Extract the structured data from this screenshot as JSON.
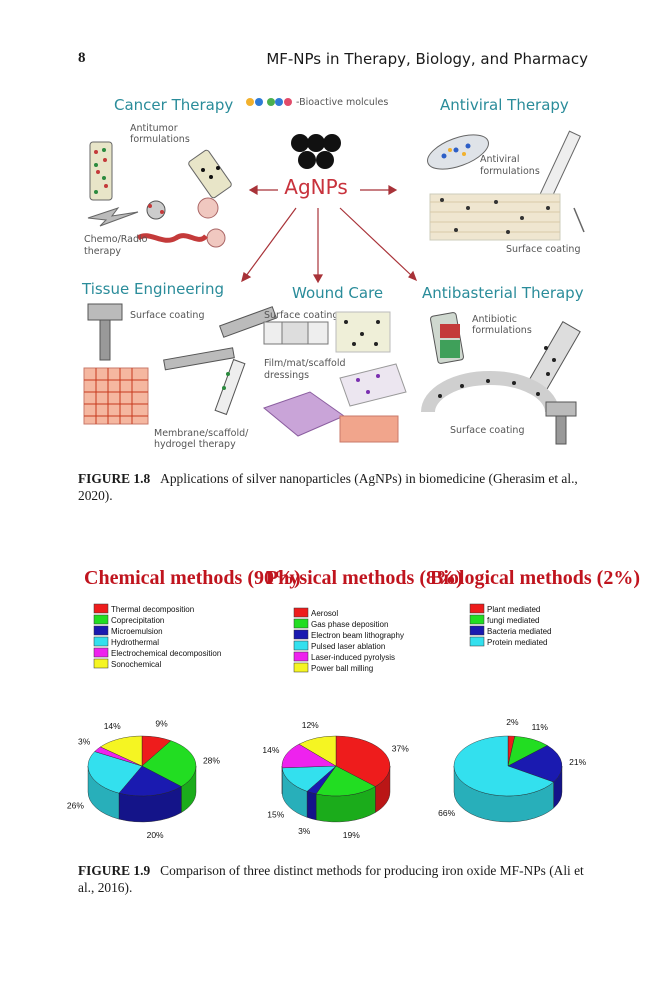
{
  "header": {
    "page_number": "8",
    "running_title": "MF-NPs in Therapy, Biology, and Pharmacy"
  },
  "figure_1_8": {
    "center_label": "AgNPs",
    "bioactive_label": "-Bioactive molcules",
    "panels": {
      "cancer": {
        "title": "Cancer Therapy",
        "sub1": "Antitumor",
        "sub2": "formulations",
        "sub3": "Chemo/Radio",
        "sub4": "therapy"
      },
      "antiviral": {
        "title": "Antiviral Therapy",
        "sub1": "Antiviral",
        "sub2": "formulations",
        "sub3": "Surface coating"
      },
      "tissue": {
        "title": "Tissue Engineering",
        "sub1": "Surface coating",
        "sub2": "Membrane/scaffold/",
        "sub3": "hydrogel therapy"
      },
      "wound": {
        "title": "Wound Care",
        "sub1": "Surface coating",
        "sub2": "Film/mat/scaffold",
        "sub3": "dressings"
      },
      "antibacterial": {
        "title": "Antibasterial Therapy",
        "sub1": "Antibiotic",
        "sub2": "formulations",
        "sub3": "Surface coating"
      }
    },
    "caption_label": "FIGURE 1.8",
    "caption_text": "Applications of silver nanoparticles (AgNPs) in biomedicine (Gherasim et al., 2020)."
  },
  "figure_1_9": {
    "caption_label": "FIGURE 1.9",
    "caption_text": "Comparison of three distinct methods for producing iron oxide MF-NPs (Ali et al., 2016).",
    "chart_data": [
      {
        "type": "pie",
        "title": "Chemical methods (90%)",
        "legend_position": "top",
        "slices": [
          {
            "label": "Thermal decomposition",
            "value": 9,
            "value_label": "9%",
            "color": "#ee1c1c"
          },
          {
            "label": "Coprecipitation",
            "value": 28,
            "value_label": "28%",
            "color": "#22dd22"
          },
          {
            "label": "Microemulsion",
            "value": 20,
            "value_label": "20%",
            "color": "#1a1ab0"
          },
          {
            "label": "Hydrothermal",
            "value": 26,
            "value_label": "26%",
            "color": "#33e0ee"
          },
          {
            "label": "Electrochemical decomposition",
            "value": 3,
            "value_label": "3%",
            "color": "#ee22ee"
          },
          {
            "label": "Sonochemical",
            "value": 14,
            "value_label": "14%",
            "color": "#f5f522"
          }
        ]
      },
      {
        "type": "pie",
        "title": "Physical methods (8%)",
        "legend_position": "top",
        "slices": [
          {
            "label": "Aerosol",
            "value": 37,
            "value_label": "37%",
            "color": "#ee1c1c"
          },
          {
            "label": "Gas phase deposition",
            "value": 19,
            "value_label": "19%",
            "color": "#22dd22"
          },
          {
            "label": "Electron beam lithography",
            "value": 3,
            "value_label": "3%",
            "color": "#1a1ab0"
          },
          {
            "label": "Pulsed laser ablation",
            "value": 15,
            "value_label": "15%",
            "color": "#33e0ee"
          },
          {
            "label": "Laser-induced pyrolysis",
            "value": 14,
            "value_label": "14%",
            "color": "#ee22ee"
          },
          {
            "label": "Power ball milling",
            "value": 12,
            "value_label": "12%",
            "color": "#f5f522"
          }
        ]
      },
      {
        "type": "pie",
        "title": "Biological methods (2%)",
        "legend_position": "top",
        "slices": [
          {
            "label": "Plant mediated",
            "value": 2,
            "value_label": "2%",
            "color": "#ee1c1c"
          },
          {
            "label": "fungi mediated",
            "value": 11,
            "value_label": "11%",
            "color": "#22dd22"
          },
          {
            "label": "Bacteria mediated",
            "value": 21,
            "value_label": "21%",
            "color": "#1a1ab0"
          },
          {
            "label": "Protein mediated",
            "value": 66,
            "value_label": "66%",
            "color": "#33e0ee"
          }
        ]
      }
    ]
  }
}
